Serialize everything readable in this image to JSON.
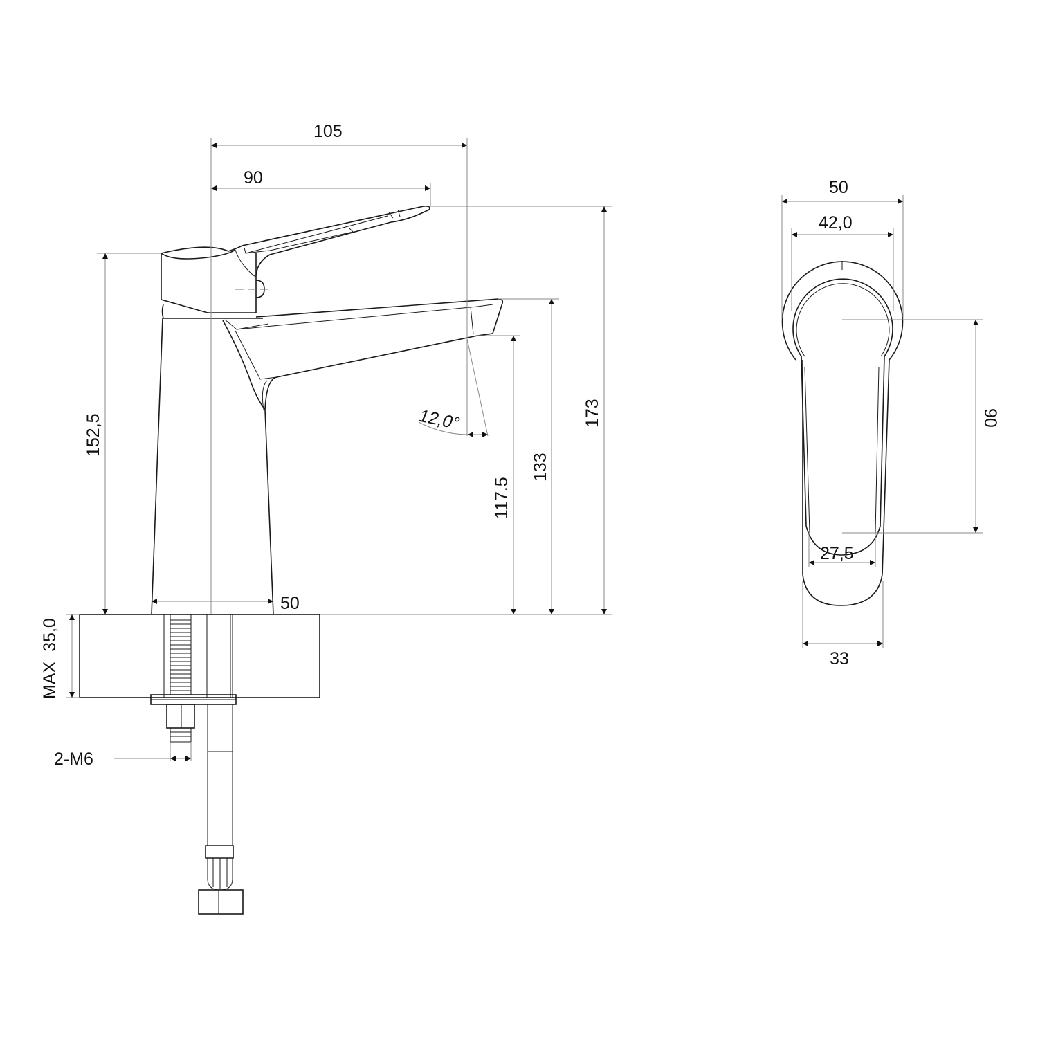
{
  "drawing": {
    "subject": "single-lever basin faucet technical drawing",
    "line_color": "#1a1a1a",
    "dimension_line_color": "#8a8a8a",
    "background": "#ffffff"
  },
  "side_view": {
    "dimensions": {
      "overall_reach": "105",
      "lever_reach": "90",
      "body_height": "152,5",
      "aerator_height": "117.5",
      "spout_height": "133",
      "overall_height": "173",
      "base_diameter": "50",
      "spout_angle": "12,0°",
      "max_deck_thickness": "MAX  35,0",
      "mounting_thread": "2-M6"
    }
  },
  "top_view": {
    "dimensions": {
      "outer_width": "50",
      "lever_head_width": "42,0",
      "spout_tip_inner_width": "27,5",
      "spout_tip_width": "33",
      "center_to_aerator": "90"
    }
  }
}
